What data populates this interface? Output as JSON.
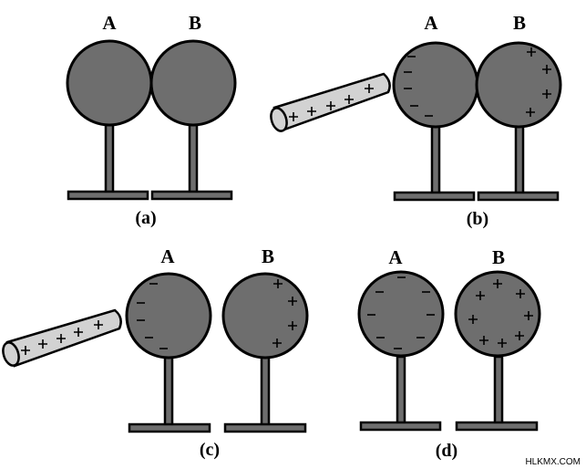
{
  "panels": [
    {
      "caption": "(a)",
      "sphere_a_label": "A",
      "sphere_b_label": "B"
    },
    {
      "caption": "(b)",
      "sphere_a_label": "A",
      "sphere_b_label": "B"
    },
    {
      "caption": "(c)",
      "sphere_a_label": "A",
      "sphere_b_label": "B"
    },
    {
      "caption": "(d)",
      "sphere_a_label": "A",
      "sphere_b_label": "B"
    }
  ],
  "watermark": "HLKMX.COM",
  "charges": {
    "negative_symbol": "minus",
    "positive_symbol": "plus"
  },
  "colors": {
    "sphere": "#6e6e6e",
    "rod": "#d2d2d2",
    "outline": "#000000"
  }
}
